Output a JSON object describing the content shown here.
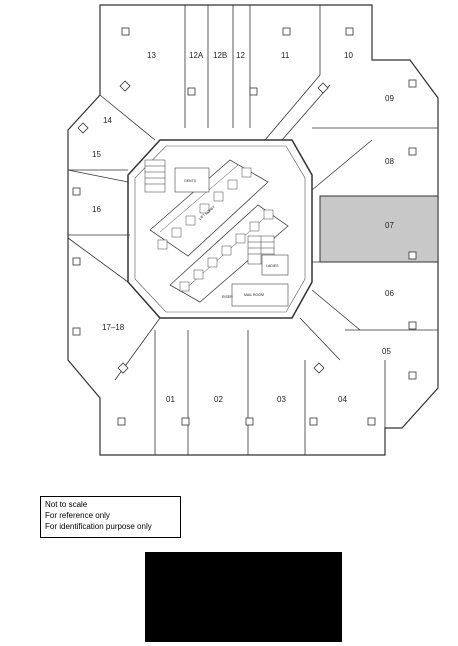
{
  "floor_plan": {
    "units": [
      {
        "id": "u13",
        "label": "13"
      },
      {
        "id": "u12a",
        "label": "12A"
      },
      {
        "id": "u12b",
        "label": "12B"
      },
      {
        "id": "u12",
        "label": "12"
      },
      {
        "id": "u11",
        "label": "11"
      },
      {
        "id": "u10",
        "label": "10"
      },
      {
        "id": "u09",
        "label": "09"
      },
      {
        "id": "u08",
        "label": "08"
      },
      {
        "id": "u07",
        "label": "07",
        "highlighted": true
      },
      {
        "id": "u06",
        "label": "06"
      },
      {
        "id": "u05",
        "label": "05"
      },
      {
        "id": "u04",
        "label": "04"
      },
      {
        "id": "u03",
        "label": "03"
      },
      {
        "id": "u02",
        "label": "02"
      },
      {
        "id": "u01",
        "label": "01"
      },
      {
        "id": "u1718",
        "label": "17–18"
      },
      {
        "id": "u16",
        "label": "16"
      },
      {
        "id": "u15",
        "label": "15"
      },
      {
        "id": "u14",
        "label": "14"
      }
    ],
    "core_labels": {
      "lift_lobby": "LIFT LOBBY",
      "mail_room": "MAIL ROOM",
      "riser": "RISER",
      "gents": "GENTS",
      "ladies": "LADIES"
    },
    "highlight_color": "#c8c8c8"
  },
  "disclaimer": {
    "line1": "Not to scale",
    "line2": "For reference only",
    "line3": "For identification purpose only"
  },
  "redaction_color": "#000000"
}
